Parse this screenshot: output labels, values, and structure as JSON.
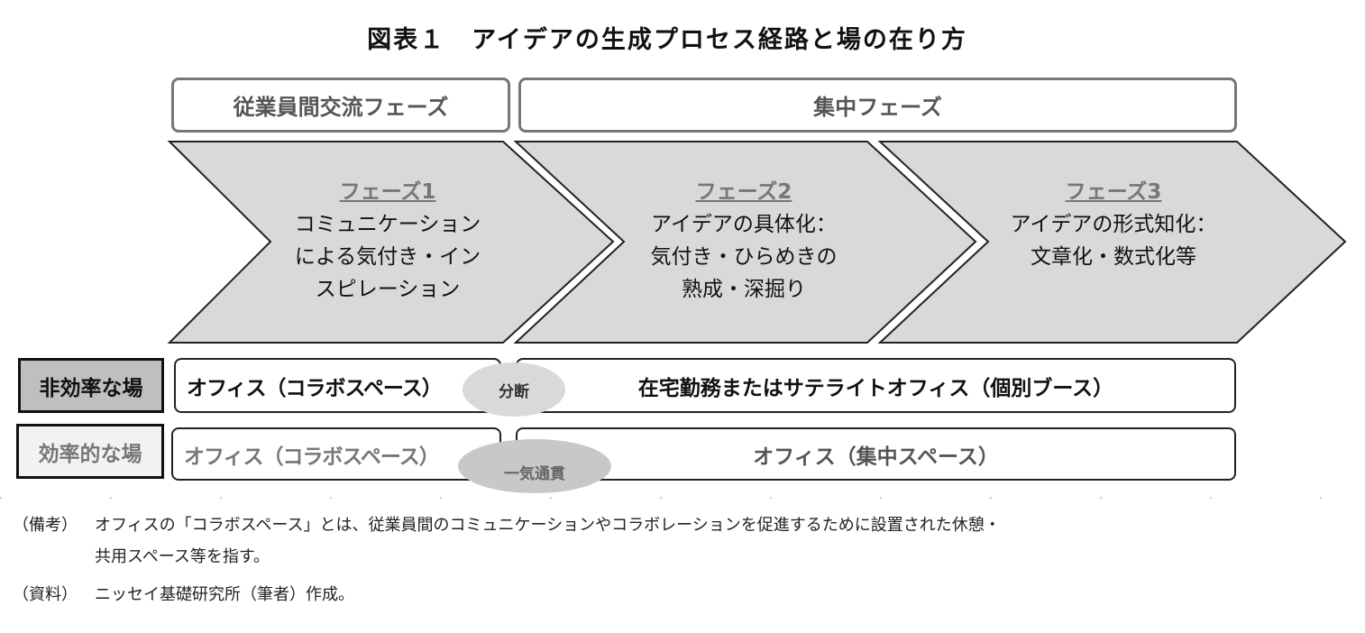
{
  "title": "図表１　アイデアの生成プロセス経路と場の在り方",
  "phase_groups": [
    "従業員間交流フェーズ",
    "集中フェーズ"
  ],
  "phases": [
    {
      "label": "フェーズ1",
      "lines": [
        "コミュニケーション",
        "による気付き・イン",
        "スピレーション"
      ]
    },
    {
      "label": "フェーズ2",
      "lines": [
        "アイデアの具体化：",
        "気付き・ひらめきの",
        "熟成・深掘り"
      ]
    },
    {
      "label": "フェーズ3",
      "lines": [
        "アイデアの形式知化：",
        "文章化・数式化等"
      ]
    }
  ],
  "rows": [
    {
      "label": "非効率な場",
      "left": "オフィス（コラボスペース）",
      "right": "在宅勤務またはサテライトオフィス（個別ブース）",
      "connector": "分断"
    },
    {
      "label": "効率的な場",
      "left": "オフィス（コラボスペース）",
      "right": "オフィス（集中スペース）",
      "connector": "一気通貫"
    }
  ],
  "notes": {
    "remark_tag": "（備考）",
    "remark_1": "オフィスの「コラボスペース」とは、従業員間のコミュニケーションやコラボレーションを促進するために設置された休憩・",
    "remark_2": "共用スペース等を指す。",
    "source_tag": "（資料）",
    "source": "ニッセイ基礎研究所（筆者）作成。"
  }
}
